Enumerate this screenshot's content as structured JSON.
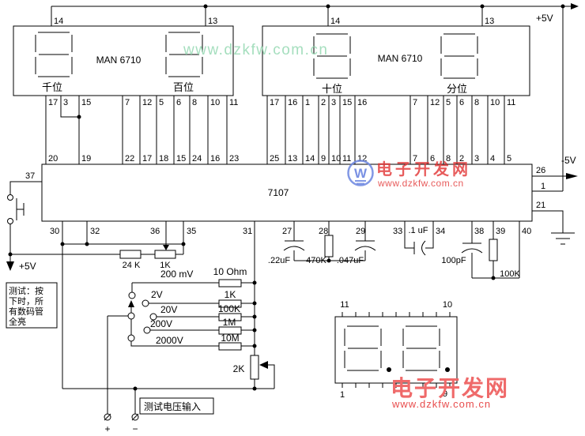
{
  "power": {
    "vplus_top": "+5V",
    "vminus": "-5V",
    "vplus_left": "+5V"
  },
  "left_display": {
    "model": "MAN 6710",
    "digit_labels": [
      "千位",
      "百位"
    ],
    "top_pins": [
      "14",
      "13"
    ],
    "display_pins": [
      "17",
      "3",
      "15",
      "7",
      "12",
      "5",
      "6",
      "8",
      "10",
      "11"
    ],
    "driver_pins": [
      "20",
      "19",
      "22",
      "17",
      "18",
      "15",
      "24",
      "16",
      "23"
    ]
  },
  "right_display": {
    "model": "MAN 6710",
    "digit_labels": [
      "十位",
      "分位"
    ],
    "top_pins": [
      "14",
      "13"
    ],
    "display_pins": [
      "17",
      "16",
      "1",
      "2",
      "3",
      "15",
      "16",
      "7",
      "12",
      "5",
      "6",
      "8",
      "10",
      "11"
    ],
    "driver_pins": [
      "25",
      "13",
      "14",
      "9",
      "10",
      "11",
      "12",
      "7",
      "6",
      "8",
      "2",
      "3",
      "4",
      "5"
    ]
  },
  "ic": {
    "label": "7107",
    "pin_test": "37",
    "pin_vminus": "26",
    "pin_vplus": "1",
    "pin_gnd": "21",
    "bottom_pins": [
      "30",
      "32",
      "36",
      "35",
      "31",
      "27",
      "28",
      "29",
      "33",
      "34",
      "38",
      "39",
      "40"
    ]
  },
  "components": {
    "r24k": "24 K",
    "r1k_pot": "1K",
    "c_int": ".22uF",
    "r_int": "470K",
    "c_az": ".047uF",
    "c_ref": ".1 uF",
    "c_osc": "100pF",
    "r_osc": "100K",
    "r2k_pot": "2K"
  },
  "ranges": {
    "labels": [
      "200 mV",
      "2V",
      "20V",
      "200V",
      "2000V"
    ],
    "resistors": [
      "10 Ohm",
      "1K",
      "100K",
      "1M",
      "10M"
    ]
  },
  "annotations": {
    "test_note": [
      "测试：按",
      "下时，所",
      "有数码管",
      "全亮"
    ],
    "input_label": "测试电压输入",
    "plus": "+",
    "minus": "−"
  },
  "pinout": {
    "pin_tl": "11",
    "pin_tr": "10",
    "pin_bl": "1",
    "pin_br": "9"
  },
  "watermarks": {
    "top_url": "www.dzkfw.com.cn",
    "logo_letter": "W",
    "center_name": "电子开发网",
    "center_url": "www.dzkfw.com.cn",
    "bottom_name": "电子开发网",
    "bottom_url": "www.dzkfw.com.cn"
  }
}
